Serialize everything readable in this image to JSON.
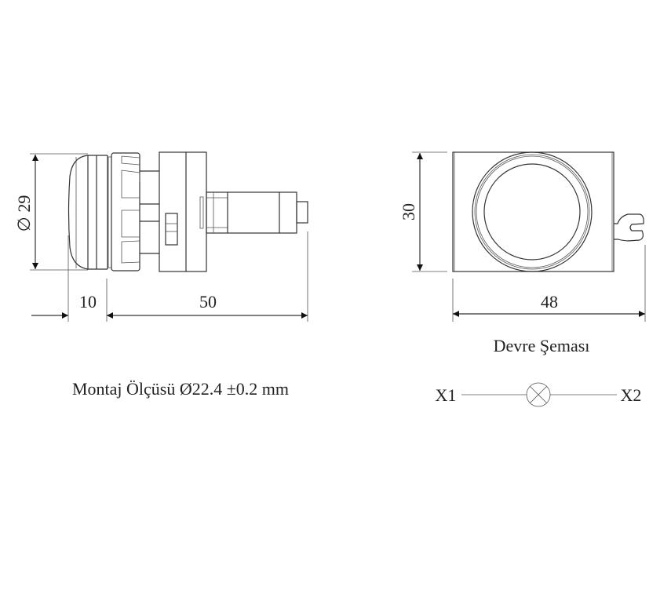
{
  "side_view": {
    "diameter_label": "∅ 29",
    "front_length_label": "10",
    "body_length_label": "50"
  },
  "front_view": {
    "height_label": "30",
    "width_label": "48"
  },
  "mounting_text": "Montaj Ölçüsü Ø22.4 ±0.2 mm",
  "circuit": {
    "title": "Devre Şeması",
    "terminal_left": "X1",
    "terminal_right": "X2",
    "symbol": "lamp-icon"
  }
}
